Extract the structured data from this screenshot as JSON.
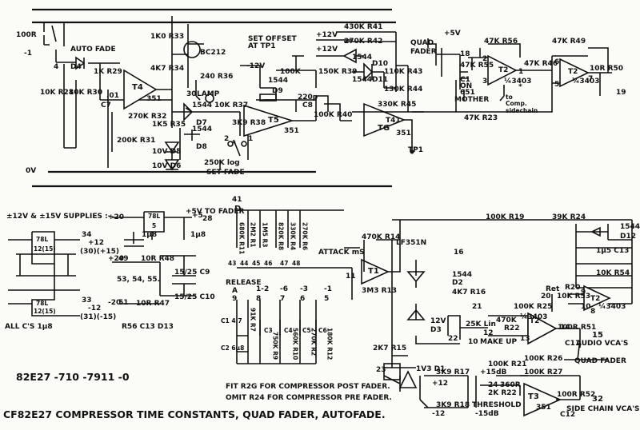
{
  "title": "CF82E27  COMPRESSOR TIME CONSTANTS, QUAD FADER, AUTOFADE.",
  "drawing_no": "82E27 -710 -7911 -0",
  "notes": {
    "fit": "FIT R2G FOR COMPRESSOR POST FADER.",
    "omit": "OMIT R24 FOR COMPRESSOR PRE FADER.",
    "caps": "ALL C'S 1μ8",
    "spares": "R56 C13 D13",
    "supplies": "±12V & ±15V SUPPLIES :-"
  },
  "labels": {
    "r100": "100R",
    "m1": "-1",
    "auto_fade": "AUTO FADE",
    "n4": "4",
    "d4": "D4",
    "r29": "1K R29",
    "t4": "T4",
    "t4n": "351",
    "r28": "10K R28",
    "r30": "10K R30",
    "c7a": ".01",
    "c7": "C7",
    "r33": "1K0 R33",
    "r34": "4K7 R34",
    "bc212": "BC212",
    "r36": "240 R36",
    "lamp": "LAMP",
    "lampn": "30",
    "d7a": "1544",
    "d7": "D7",
    "r37": "10K R37",
    "d8a": "1544",
    "d8": "D8",
    "r35": "1K5 R35",
    "r32": "270K R32",
    "r31": "200K R31",
    "d5": "10V D5",
    "d6": "10V D6",
    "r38": "3K9 R38",
    "star1": "*",
    "n2": "2",
    "n1": "1",
    "pot": "250K log",
    "set_fade": "SET FADE",
    "set_offset": "SET OFFSET\nAT TP1",
    "m12v": "-12V",
    "p100k": "100K",
    "d9a": "1544",
    "d9": "D9",
    "c8a": "220p",
    "c8": "C8",
    "t5": "T5",
    "t5n": "351",
    "r40": "100K R40",
    "v12a": "+12V",
    "v12b": "+12V",
    "r41": "430K R41",
    "r42": "270K R42",
    "r39": "150K R39",
    "d10a": "1544",
    "d10": "D10",
    "d11a": "1544",
    "d11": "D11",
    "r43": "110K R43",
    "r44": "130K R44",
    "r45": "330K R45",
    "t6a": "T41",
    "t6": "TG",
    "t6n": "351",
    "tp1": "TP1",
    "ov": "0V",
    "quad1": "QUAD",
    "quad2": "FADER",
    "p5v": "+5V",
    "n18": "18",
    "r55": "47K R55",
    "c1a": "C1",
    "c1b": "ON",
    "c1c": "651",
    "c1d": "MOTHER",
    "r56": "47K R56",
    "t2a": "T2",
    "t2an": "¼3403",
    "comp": "to Comp. sidechain",
    "star2": "*",
    "r46": "47K R46",
    "r49": "47K R49",
    "t2b": "T2",
    "t2bn": "¼3403",
    "r50": "10R R50",
    "n19": "19",
    "r23": "47K R23",
    "n2a": "2",
    "n3a": "3",
    "n1a": "1",
    "n6a": "6",
    "n5a": "5",
    "n7a": "7",
    "ic78a": "78L",
    "ic78an": "12(15)",
    "ic78b": "78L",
    "ic78bn": "12(15)",
    "n34": "34",
    "p12": "+12",
    "p12b": "(30)(+15)",
    "n33": "33",
    "m12": "-12",
    "m12b": "(31)(-15)",
    "p20": "+20",
    "ic78c": "78L",
    "ic78cn": "5",
    "n28": "28",
    "p5": "+5",
    "c1u8": "1μ8",
    "c1u8b": "1μ8",
    "n49": "49",
    "r48": "10R R48",
    "c9": "15/25 C9",
    "n53": "53, 54, 55.",
    "m20": "-20",
    "n51": "51",
    "r47": "10R R47",
    "c10": "15/25 C10",
    "fader5v": "+5V TO FADER",
    "n41": "41",
    "nd": "D",
    "r11": "680K R11",
    "r1": "2M2 R1",
    "r3": "1M5 R3",
    "r8": "820K R8",
    "r4": "330K R4",
    "r6": "270K R6",
    "attack": "ATTACK mS",
    "a43": "43",
    "a44": "44",
    "a45": "45",
    "a46": "46",
    "a47": "47",
    "a48": "48",
    "t1": "T1",
    "t1n": "LF351N",
    "r14": "470K R14",
    "r13": "3M3 R13",
    "n11": "11",
    "release": "RELEASE",
    "ra": "A",
    "r12": "1-2",
    "r6b": "-6",
    "r3b": "-3",
    "r1b": "-1",
    "n9": "9",
    "n8": "8",
    "n7": "7",
    "n6": "6",
    "n5": "5",
    "c1": "C1 4.7",
    "r7": "91K R7",
    "c2": "C2 6μ8",
    "c3": "C3",
    "r9": "750K R9",
    "c4": "C4",
    "r10": "560K R10",
    "c5": "C5",
    "r2": "270K R2",
    "c6": "C6",
    "r12r": "180K R12",
    "n16": "16",
    "d2a": "1544",
    "d2": "D2",
    "r16": "4K7 R16",
    "d3a": "12V",
    "d3": "D3",
    "n21": "21",
    "lin": "25K Lin",
    "make_up": "MAKE UP",
    "n12": "12",
    "n10": "10",
    "r25": "100K R25",
    "r19": "100K R19",
    "r24": "39K R24",
    "d12a": "1544",
    "d12": "D12",
    "c13": "1μ5 C13",
    "r54": "10K R54",
    "ret": "Ret",
    "n20": "20",
    "r53": "10K R53",
    "t2c": "T2",
    "t2cn": "¼3403",
    "t2d": "T2",
    "t2dn": "¼3403",
    "r470": "470K",
    "r22": "R22",
    "r51": "100R R51",
    "c11": "C11",
    "n15": "15",
    "audio": "AUDIO VCA'S",
    "r26": "100K R26",
    "quad_fader": "QUAD FADER",
    "r21": "100K R21",
    "r15": "2K7 R15",
    "n23": "23",
    "p12c": "+12",
    "m12c": "-12",
    "d1": "1V3 D1",
    "r17": "3K9 R17",
    "r18": "3K9 R18",
    "p15db": "+15dB",
    "m15db": "-15dB",
    "r22b": "2K R22",
    "n24": "24",
    "r360": "360R",
    "threshold": "THRESHOLD",
    "r27": "100K R27",
    "t3": "T3",
    "t3n": "351",
    "r52": "100R R52",
    "c12": "C12",
    "n32": "32",
    "side": "SIDE CHAIN VCA'S",
    "r20": "R20",
    "n14": "14",
    "n13": "13",
    "n8b": "8",
    "n9b": "9",
    "n10b": "10",
    "n22": "22"
  }
}
